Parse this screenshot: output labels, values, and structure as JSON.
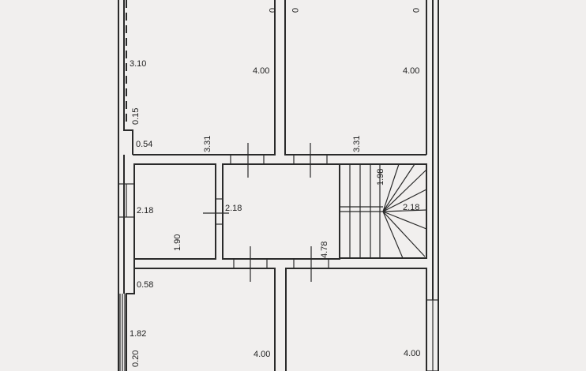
{
  "plan": {
    "rooms": [
      {
        "name": "room-top-left",
        "width": "3.31",
        "length": "4.00"
      },
      {
        "name": "room-top-right",
        "width": "3.31",
        "length": "4.00"
      },
      {
        "name": "room-small",
        "width": "1.90",
        "length": "2.18"
      },
      {
        "name": "hall",
        "width": "4.78",
        "length": "2.18"
      },
      {
        "name": "stairs",
        "width": "1.98",
        "length": "2.18"
      },
      {
        "name": "room-bottom-left",
        "length": "4.00"
      },
      {
        "name": "room-bottom-right",
        "length": "4.00"
      }
    ],
    "dims": {
      "top_left_side": "3.10",
      "top_left_offset": "0.15",
      "top_left_niche": "0.54",
      "bottom_left_niche": "0.58",
      "bottom_left_side": "1.82",
      "bottom_left_offset": "0.20",
      "cut_top": "0"
    }
  }
}
